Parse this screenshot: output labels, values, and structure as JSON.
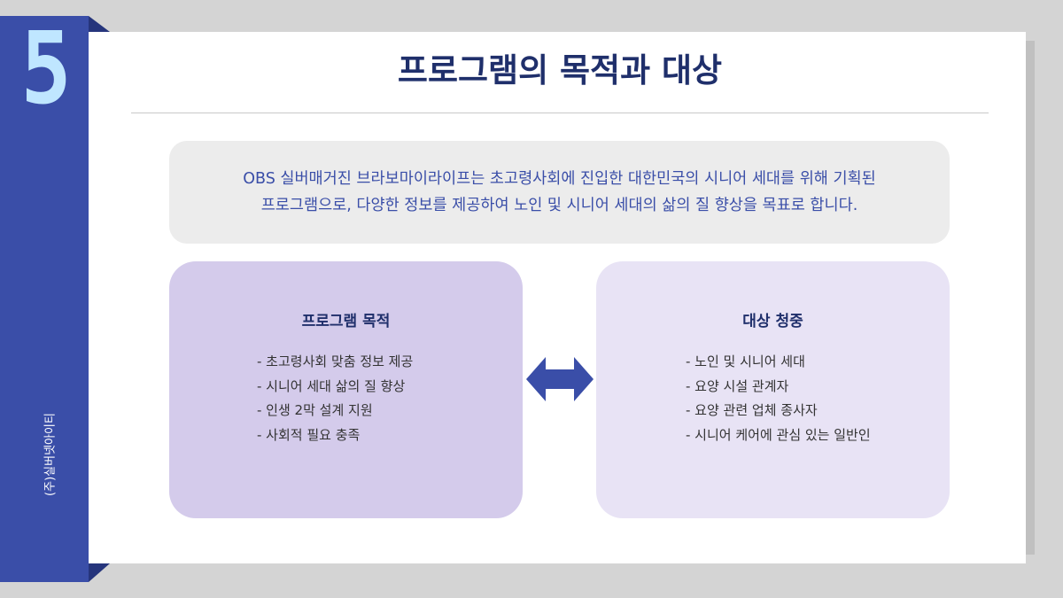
{
  "slide": {
    "number": "5",
    "company": "(주)실버넷아이티",
    "title": "프로그램의 목적과 대상"
  },
  "intro": {
    "line1": "OBS 실버매거진 브라보마이라이프는 초고령사회에 진입한 대한민국의 시니어 세대를 위해 기획된",
    "line2": "프로그램으로, 다양한 정보를 제공하여 노인 및 시니어 세대의 삶의 질 향상을 목표로 합니다."
  },
  "purpose": {
    "heading": "프로그램 목적",
    "items": [
      "- 초고령사회 맞춤 정보 제공",
      "- 시니어 세대 삶의 질 향상",
      "- 인생 2막 설계 지원",
      "- 사회적 필요 충족"
    ]
  },
  "audience": {
    "heading": "대상 청중",
    "items": [
      "- 노인 및 시니어 세대",
      "- 요양 시설 관계자",
      "- 요양 관련 업체 종사자",
      "- 시니어 케어에 관심 있는 일반인"
    ]
  },
  "icons": {
    "connector": "double-arrow-icon"
  },
  "colors": {
    "navy": "#1f2f6b",
    "blue": "#3a4ea8",
    "number": "#bfe6ff",
    "purpose_bg": "#d4cbeb",
    "audience_bg": "#e8e3f5",
    "intro_bg": "#ececec"
  }
}
